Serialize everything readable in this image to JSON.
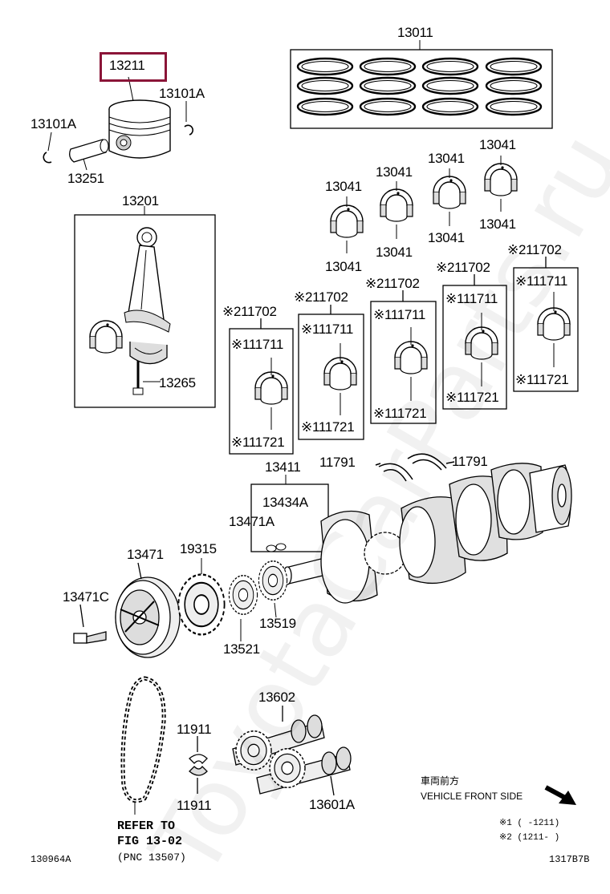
{
  "watermark": "ToyotaCarParts.ru",
  "labels": {
    "p13011": "13011",
    "p13211": "13211",
    "p13101a_r": "13101A",
    "p13101a_l": "13101A",
    "p13251": "13251",
    "p13201": "13201",
    "p13265": "13265",
    "b1_top1": "13041",
    "b1_bot": "13041",
    "b2_top": "13041",
    "b2_bot": "13041",
    "b3_top": "13041",
    "b3_bot": "13041",
    "b4_top": "13041",
    "b4_bot": "13041",
    "m1_hdr": "※211702",
    "m1_upper": "※111711",
    "m1_lower": "※111721",
    "m2_hdr": "※211702",
    "m2_upper": "※111711",
    "m2_lower": "※111721",
    "m3_hdr": "※211702",
    "m3_upper": "※111711",
    "m3_lower": "※111721",
    "m4_hdr": "※211702",
    "m4_upper": "※111711",
    "m4_lower": "※111721",
    "m5_hdr": "※211702",
    "m5_upper": "※111711",
    "m5_lower": "※111721",
    "p11791_l": "11791",
    "p11791_r": "11791",
    "p13411": "13411",
    "p13434a": "13434A",
    "p13471a": "13471A",
    "p13471": "13471",
    "p19315": "19315",
    "p13471c": "13471C",
    "p13519": "13519",
    "p13521": "13521",
    "p13602": "13602",
    "p11911_t": "11911",
    "p11911_b": "11911",
    "p13601a": "13601A",
    "refer1": "REFER TO",
    "refer2": "FIG 13-02",
    "refer3": "(PNC 13507)",
    "vehicle_jp": "車両前方",
    "vehicle_en": "VEHICLE FRONT SIDE",
    "note1": "※1 (     -1211)",
    "note2": "※2 (1211-     )",
    "code_left": "130964A",
    "code_right": "1317B7B"
  },
  "colors": {
    "highlight": "#8b1538",
    "line": "#000000",
    "shade": "#d0d0d0"
  }
}
